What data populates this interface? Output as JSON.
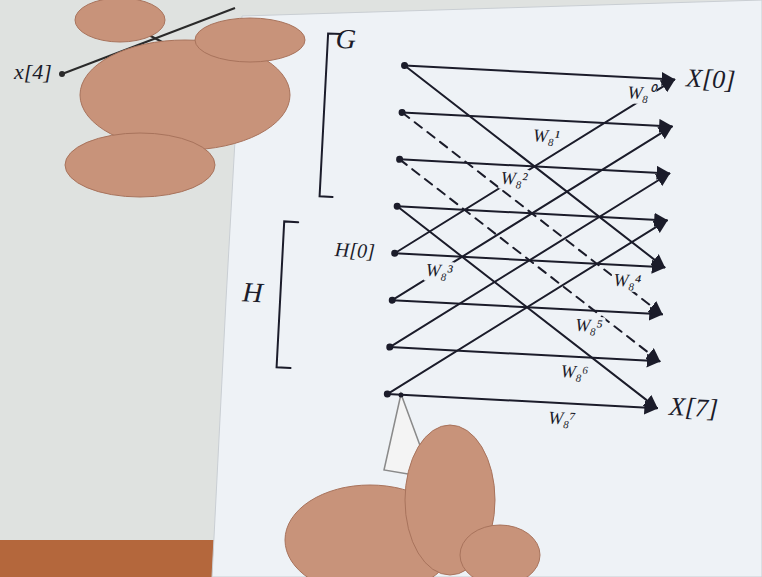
{
  "diagram": {
    "labels": [
      "G",
      "x[4]",
      "X[0]",
      "W₈⁰",
      "W₈¹",
      "W₈²",
      "H[0]",
      "W₈³",
      "W₈⁴",
      "H",
      "W₈⁵",
      "W₈⁶",
      "W₈⁷",
      "X[7]"
    ]
  }
}
